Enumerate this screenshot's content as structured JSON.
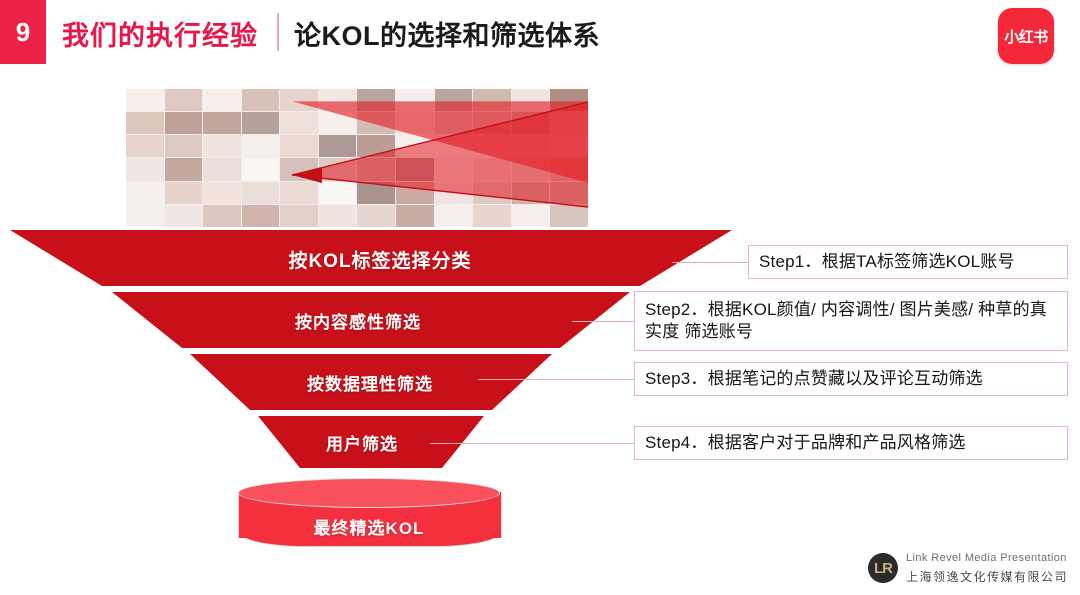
{
  "header": {
    "page_number": "9",
    "kicker": "我们的执行经验",
    "title": "论KOL的选择和筛选体系",
    "brand_logo_text": "小红书"
  },
  "collage": {
    "alt": "KOL 头像拼图",
    "overlay_color": "#E41C24"
  },
  "funnel": {
    "segments": [
      {
        "label": "按KOL标签选择分类"
      },
      {
        "label": "按内容感性筛选"
      },
      {
        "label": "按数据理性筛选"
      },
      {
        "label": "用户筛选"
      }
    ],
    "result": {
      "label": "最终精选KOL"
    },
    "color": "#C8101A",
    "result_color": "#F4303F"
  },
  "steps": [
    {
      "text": "Step1．根据TA标签筛选KOL账号"
    },
    {
      "text": "Step2．根据KOL颜值/ 内容调性/ 图片美感/ 种草的真实度 筛选账号"
    },
    {
      "text": "Step3．根据笔记的点赞藏以及评论互动筛选"
    },
    {
      "text": "Step4．根据客户对于品牌和产品风格筛选"
    }
  ],
  "footer": {
    "mark": "LR",
    "english": "Link Revel Media Presentation",
    "chinese": "上海领逸文化传媒有限公司"
  },
  "colors": {
    "accent_red": "#ED2247",
    "brand_red": "#F5273B",
    "funnel_red": "#C8101A",
    "box_border": "#E6B4C2"
  }
}
